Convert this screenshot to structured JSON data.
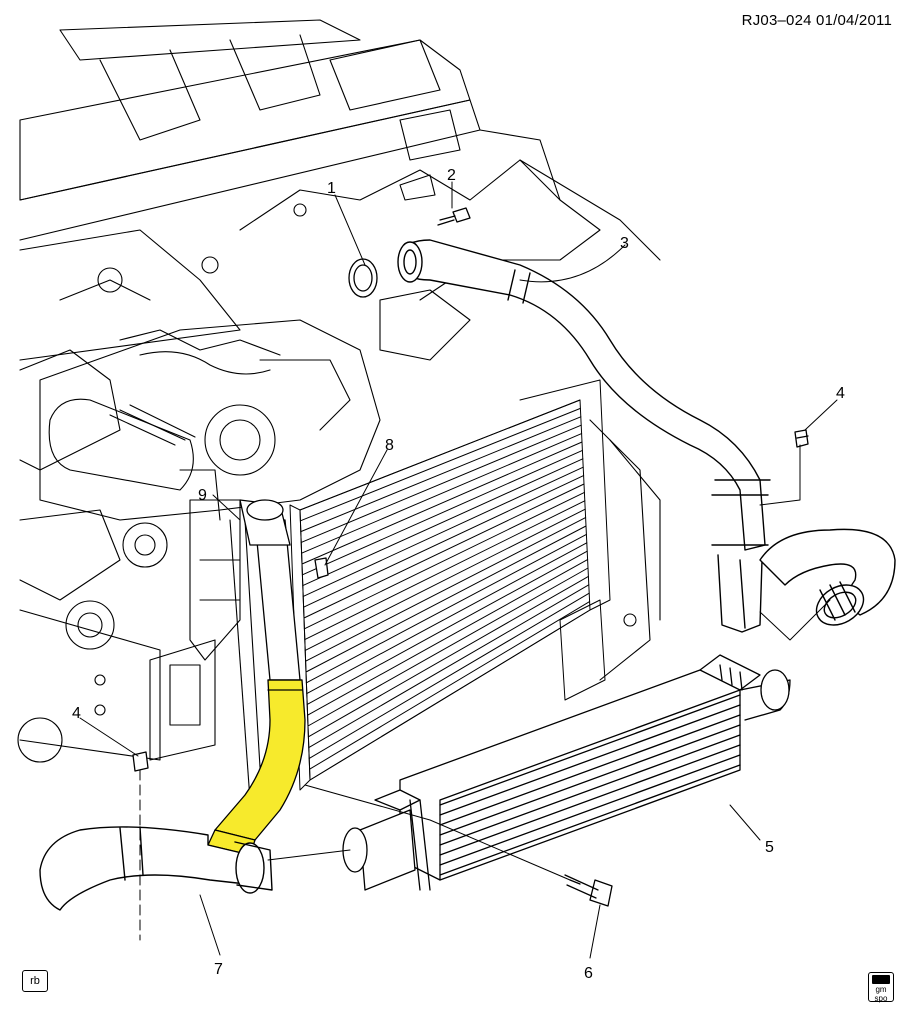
{
  "document": {
    "id_date": "RJ03–024  01/04/2011",
    "orientation_box": "rb",
    "logo_lines": [
      "gm",
      "spo"
    ]
  },
  "callouts": [
    {
      "num": "1",
      "part": "seal"
    },
    {
      "num": "2",
      "part": "bolt"
    },
    {
      "num": "3",
      "part": "charge air cooler inlet hose"
    },
    {
      "num": "4",
      "part": "nut"
    },
    {
      "num": "5",
      "part": "charge air cooler"
    },
    {
      "num": "6",
      "part": "bolt"
    },
    {
      "num": "7",
      "part": "charge air cooler outlet hose"
    },
    {
      "num": "8",
      "part": "bolt"
    },
    {
      "num": "9",
      "part": "charge air cooler outlet pipe"
    }
  ],
  "colors": {
    "line": "#000000",
    "highlight": "#f7ea2c",
    "background": "#ffffff"
  }
}
